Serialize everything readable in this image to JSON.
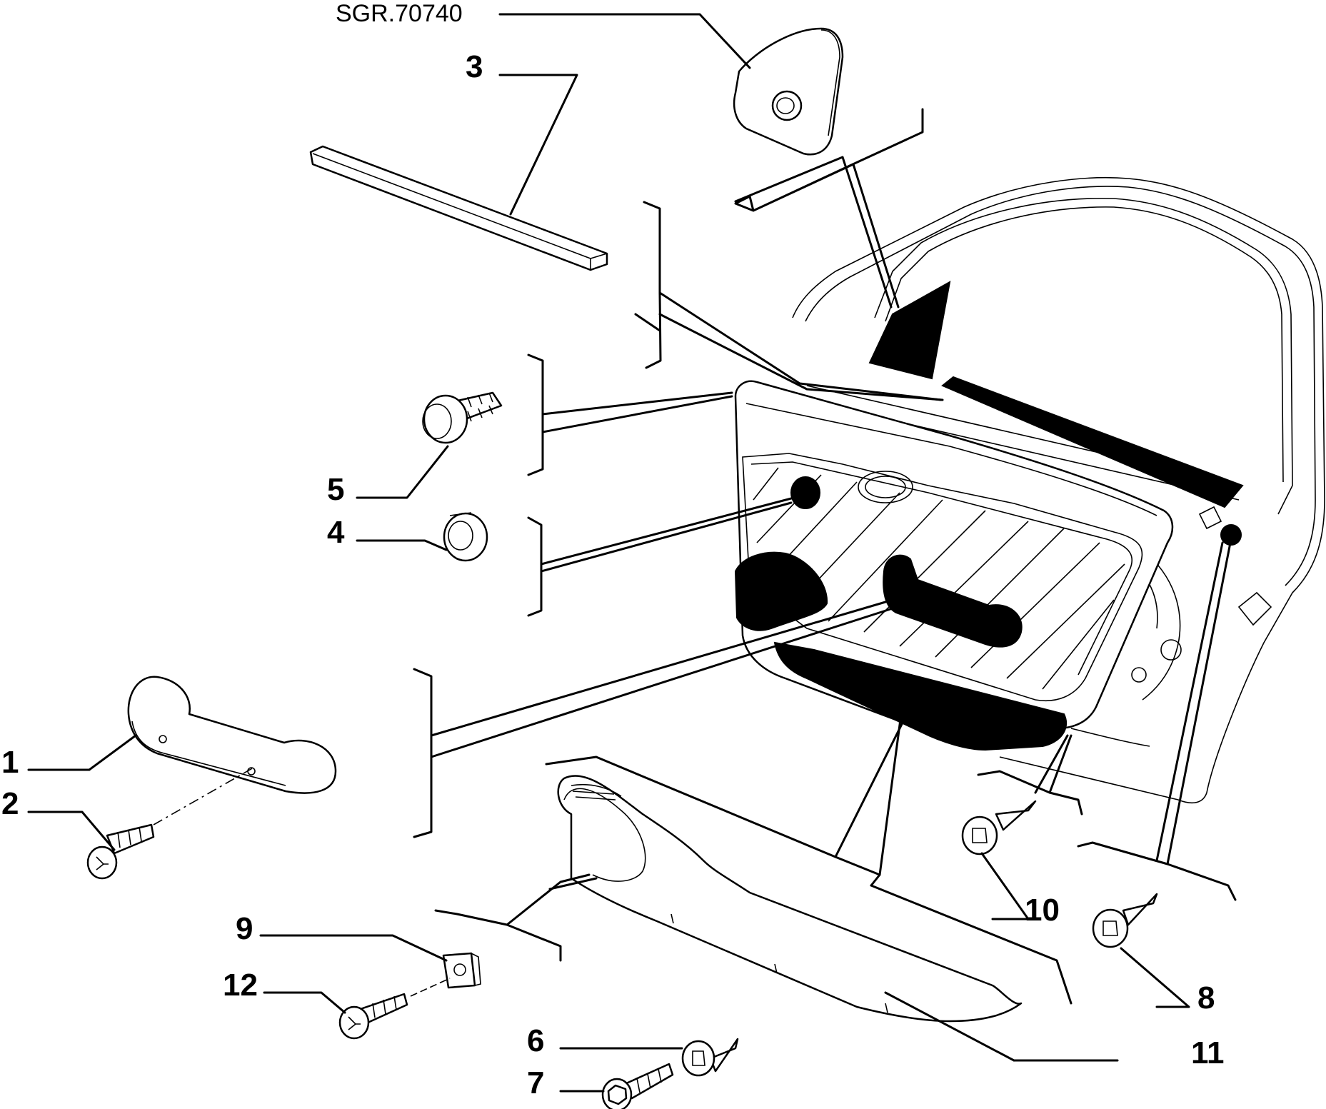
{
  "drawing_ref": "SGR.70740",
  "callouts": [
    {
      "id": "1",
      "text": "1"
    },
    {
      "id": "2",
      "text": "2"
    },
    {
      "id": "3",
      "text": "3"
    },
    {
      "id": "4",
      "text": "4"
    },
    {
      "id": "5",
      "text": "5"
    },
    {
      "id": "6",
      "text": "6"
    },
    {
      "id": "7",
      "text": "7"
    },
    {
      "id": "8",
      "text": "8"
    },
    {
      "id": "9",
      "text": "9"
    },
    {
      "id": "10",
      "text": "10"
    },
    {
      "id": "11",
      "text": "11"
    },
    {
      "id": "12",
      "text": "12"
    }
  ]
}
